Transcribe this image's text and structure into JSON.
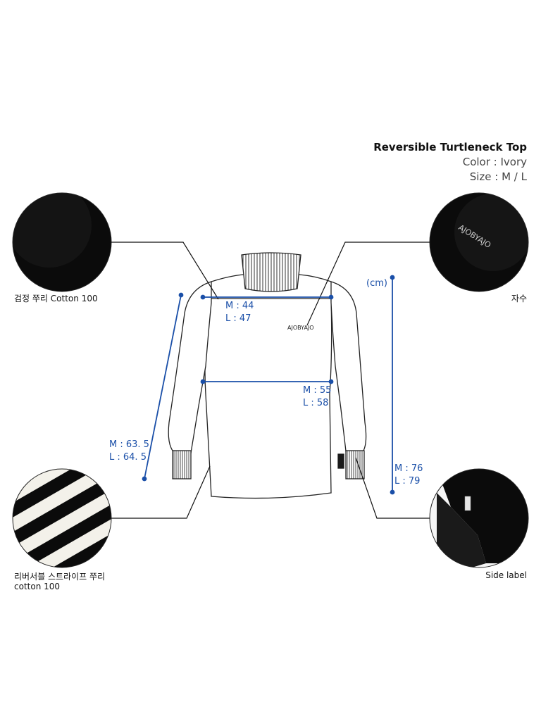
{
  "product": {
    "title": "Reversible Turtleneck Top",
    "color_line": "Color : Ivory",
    "size_line": "Size : M / L"
  },
  "callouts": {
    "top_left": "검정 쭈리 Cotton 100",
    "top_right": "자수",
    "bottom_left_1": "리버서블 스트라이프 쭈리",
    "bottom_left_2": "cotton 100",
    "bottom_right": "Side label"
  },
  "embroidery": {
    "logo_text": "AJOBYAJO"
  },
  "measurements": {
    "unit": "(cm)",
    "shoulder": {
      "m": "M : 44",
      "l": "L : 47"
    },
    "chest": {
      "m": "M : 55",
      "l": "L : 58"
    },
    "sleeve": {
      "m": "M : 63. 5",
      "l": "L : 64. 5"
    },
    "length": {
      "m": "M : 76",
      "l": "L : 79"
    }
  },
  "colors": {
    "measure_blue": "#1a4fa8",
    "fabric_black": "#0b0b0b",
    "stripe_ivory": "#f3f1ea"
  }
}
